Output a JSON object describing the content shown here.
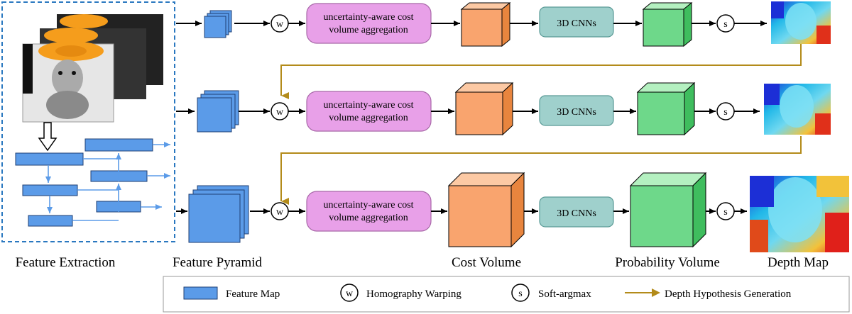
{
  "modules": {
    "aggregation_label": "uncertainty-aware cost volume aggregation",
    "aggregation_line1": "uncertainty-aware cost",
    "aggregation_line2": "volume aggregation",
    "cnn_label": "3D CNNs",
    "warp_symbol": "w",
    "softargmax_symbol": "s"
  },
  "stage_labels": {
    "feature_extraction": "Feature Extraction",
    "feature_pyramid": "Feature Pyramid",
    "cost_volume": "Cost Volume",
    "probability_volume": "Probability Volume",
    "depth_map": "Depth Map"
  },
  "legend": {
    "feature_map": "Feature Map",
    "homography": "Homography Warping",
    "softargmax": "Soft-argmax",
    "depth_hypothesis": "Depth Hypothesis Generation"
  },
  "colors": {
    "feature_map_blue": "#5b9be8",
    "aggregation_pink": "#e8a0e8",
    "cost_volume_orange": "#f9a46e",
    "cnn_teal": "#9fd0cc",
    "probability_green": "#6ed88a",
    "hypothesis_arrow": "#b38b1a",
    "dashed_border": "#2a78c0",
    "arrow_blue": "#5b9be8"
  }
}
